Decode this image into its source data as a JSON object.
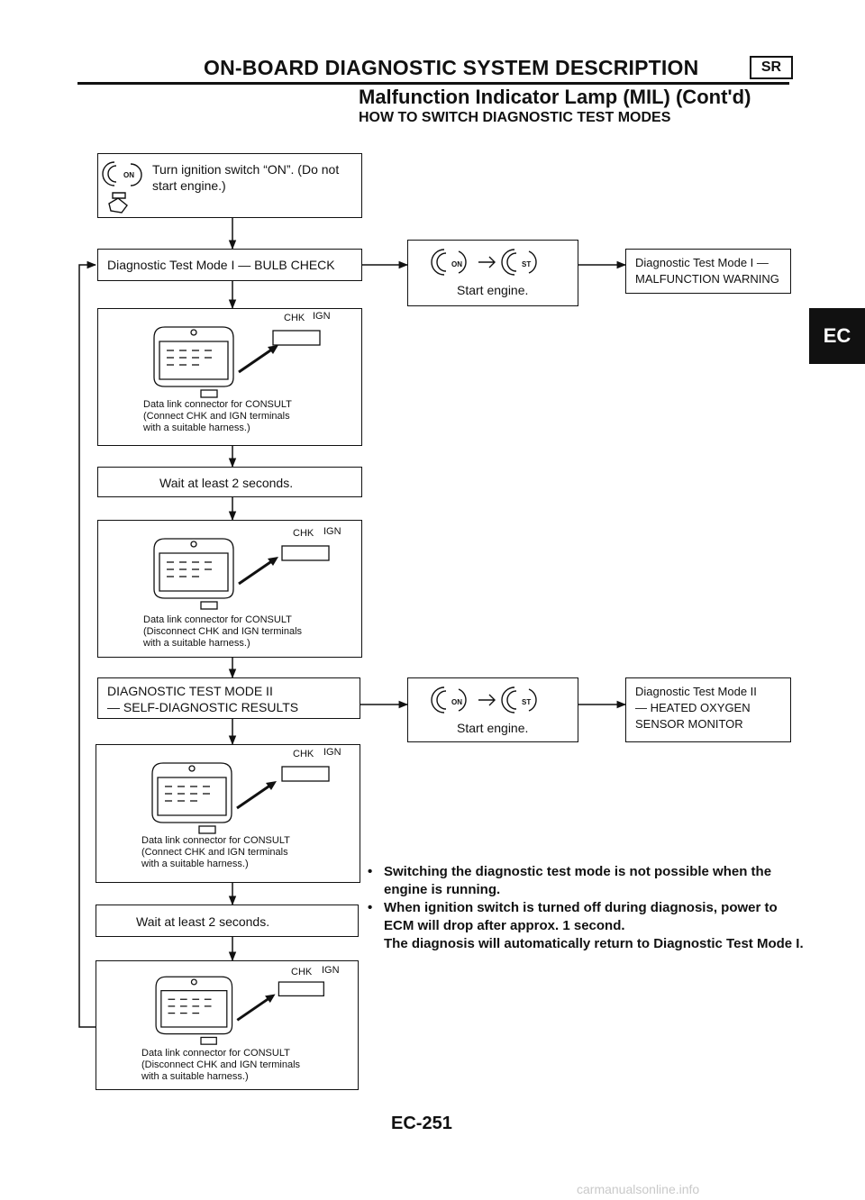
{
  "header": {
    "title": "ON-BOARD DIAGNOSTIC SYSTEM DESCRIPTION",
    "badge": "SR",
    "subtitle": "Malfunction Indicator Lamp (MIL) (Cont'd)",
    "section": "HOW TO SWITCH DIAGNOSTIC TEST MODES"
  },
  "side_tab": "EC",
  "steps": {
    "ignition": "Turn ignition switch “ON”. (Do not start engine.)",
    "bulb_check": "Diagnostic Test Mode I — BULB CHECK",
    "wait1": "Wait at least 2 seconds.",
    "mode2": "DIAGNOSTIC TEST MODE II\n— SELF-DIAGNOSTIC RESULTS",
    "wait2": "Wait at least 2 seconds."
  },
  "connectors": {
    "chk": "CHK",
    "ign": "IGN",
    "caption_connect": "Data link connector for CONSULT\n(Connect CHK and IGN terminals\nwith a suitable harness.)",
    "caption_disconnect": "Data link connector for CONSULT\n(Disconnect CHK and IGN terminals\nwith a suitable harness.)"
  },
  "start_engine": {
    "label": "Start engine.",
    "key_on": "ON",
    "key_st": "ST"
  },
  "results": {
    "mode1": "Diagnostic Test Mode I —\nMALFUNCTION WARNING",
    "mode2": "Diagnostic Test Mode II\n— HEATED OXYGEN\n     SENSOR MONITOR"
  },
  "notes": [
    "Switching the diagnostic test mode is not possible when the engine is running.",
    "When ignition switch is turned off during diagnosis, power to ECM will drop after approx. 1 second.\nThe diagnosis will automatically return to Diagnostic Test Mode I."
  ],
  "footer": "EC-251",
  "watermark": "carmanualsonline.info"
}
